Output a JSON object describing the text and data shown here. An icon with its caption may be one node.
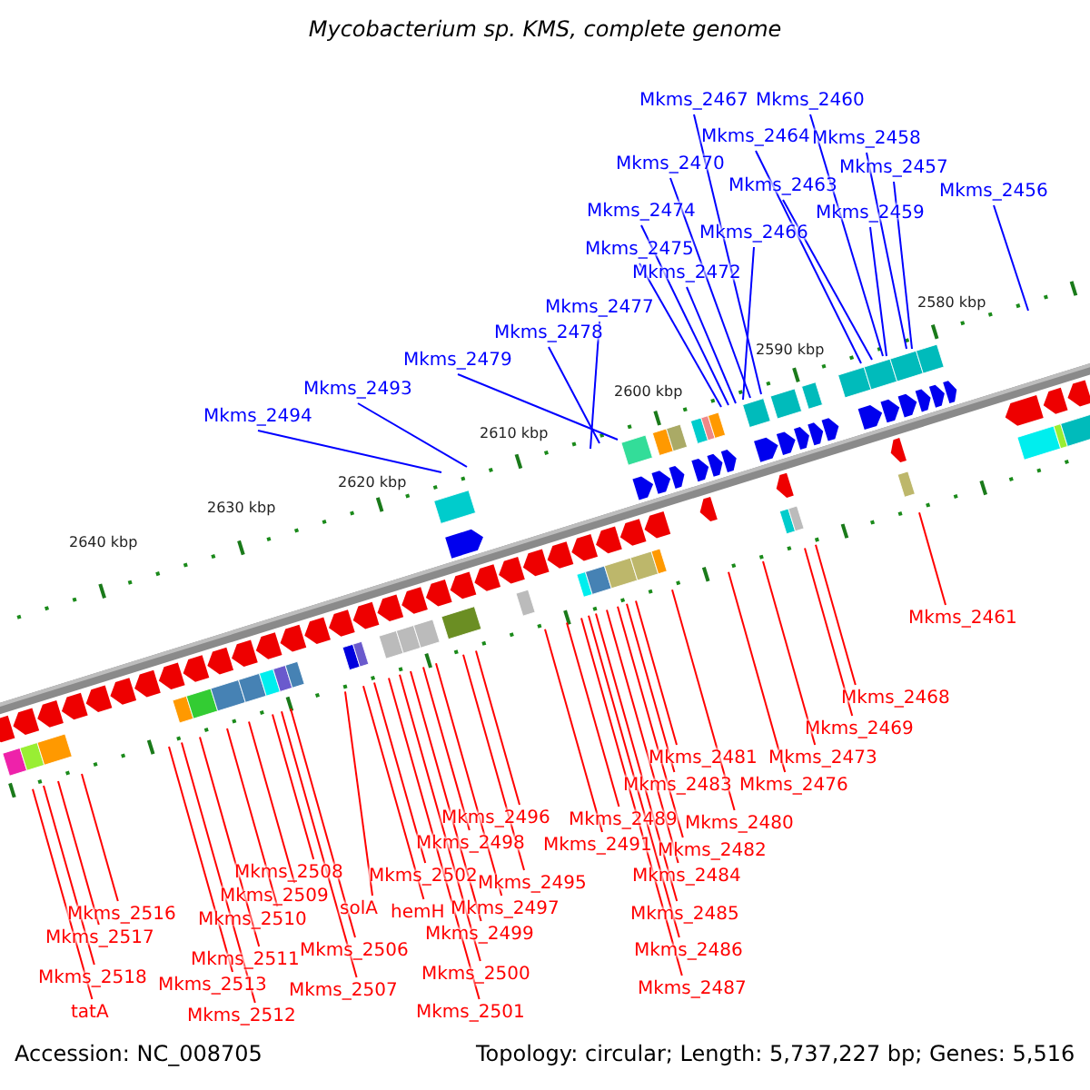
{
  "diagram": {
    "title": "Mycobacterium sp. KMS, complete genome",
    "nodes": [
      {
        "text": [
          "Mkms_2467"
        ]
      },
      {
        "text": [
          "Mkms_2460"
        ]
      },
      {
        "text": [
          "Mkms_2464"
        ]
      },
      {
        "text": [
          "Mkms_2458"
        ]
      },
      {
        "text": [
          "Mkms_2470"
        ]
      },
      {
        "text": [
          "Mkms_2457"
        ]
      },
      {
        "text": [
          "Mkms_2463"
        ]
      },
      {
        "text": [
          "Mkms_2456"
        ]
      },
      {
        "text": [
          "Mkms_2474"
        ]
      },
      {
        "text": [
          "Mkms_2459"
        ]
      },
      {
        "text": [
          "Mkms_2466"
        ]
      },
      {
        "text": [
          "Mkms_2475"
        ]
      },
      {
        "text": [
          "Mkms_2472"
        ]
      },
      {
        "text": [
          "Mkms_2477"
        ]
      },
      {
        "text": [
          "Mkms_2478"
        ]
      },
      {
        "text": [
          "Mkms_2479"
        ]
      },
      {
        "text": [
          "Mkms_2493"
        ]
      },
      {
        "text": [
          "Mkms_2494"
        ]
      },
      {
        "text": [
          "Mkms_2461"
        ]
      },
      {
        "text": [
          "Mkms_2468"
        ]
      },
      {
        "text": [
          "Mkms_2469"
        ]
      },
      {
        "text": [
          "Mkms_2481"
        ]
      },
      {
        "text": [
          "Mkms_2473"
        ]
      },
      {
        "text": [
          "Mkms_2483"
        ]
      },
      {
        "text": [
          "Mkms_2476"
        ]
      },
      {
        "text": [
          "Mkms_2496"
        ]
      },
      {
        "text": [
          "Mkms_2489"
        ]
      },
      {
        "text": [
          "Mkms_2480"
        ]
      },
      {
        "text": [
          "Mkms_2491"
        ]
      },
      {
        "text": [
          "Mkms_2498"
        ]
      },
      {
        "text": [
          "Mkms_2482"
        ]
      },
      {
        "text": [
          "Mkms_2508"
        ]
      },
      {
        "text": [
          "Mkms_2502"
        ]
      },
      {
        "text": [
          "Mkms_2484"
        ]
      },
      {
        "text": [
          "Mkms_2495"
        ]
      },
      {
        "text": [
          "Mkms_2509"
        ]
      },
      {
        "text": [
          "solA"
        ]
      },
      {
        "text": [
          "hemH"
        ]
      },
      {
        "text": [
          "Mkms_2497"
        ]
      },
      {
        "text": [
          "Mkms_2516"
        ]
      },
      {
        "text": [
          "Mkms_2485"
        ]
      },
      {
        "text": [
          "Mkms_2510"
        ]
      },
      {
        "text": [
          "Mkms_2499"
        ]
      },
      {
        "text": [
          "Mkms_2517"
        ]
      },
      {
        "text": [
          "Mkms_2506"
        ]
      },
      {
        "text": [
          "Mkms_2486"
        ]
      },
      {
        "text": [
          "Mkms_2511"
        ]
      },
      {
        "text": [
          "Mkms_2500"
        ]
      },
      {
        "text": [
          "Mkms_2518"
        ]
      },
      {
        "text": [
          "Mkms_2513"
        ]
      },
      {
        "text": [
          "Mkms_2507"
        ]
      },
      {
        "text": [
          "Mkms_2487"
        ]
      },
      {
        "text": [
          "Mkms_2501"
        ]
      },
      {
        "text": [
          "tatA"
        ]
      },
      {
        "text": [
          "Mkms_2512"
        ]
      }
    ],
    "edges": [
      {
        "from": 0,
        "to": null,
        "arrow": "none",
        "color": "#0000ff"
      },
      {
        "from": 1,
        "to": null,
        "arrow": "none",
        "color": "#0000ff"
      },
      {
        "from": 2,
        "to": null,
        "arrow": "none",
        "color": "#0000ff"
      },
      {
        "from": 3,
        "to": null,
        "arrow": "none",
        "color": "#0000ff"
      },
      {
        "from": 4,
        "to": null,
        "arrow": "none",
        "color": "#0000ff"
      },
      {
        "from": 5,
        "to": null,
        "arrow": "none",
        "color": "#0000ff"
      },
      {
        "from": 6,
        "to": null,
        "arrow": "none",
        "color": "#0000ff"
      },
      {
        "from": 7,
        "to": null,
        "arrow": "none",
        "color": "#0000ff"
      },
      {
        "from": 8,
        "to": null,
        "arrow": "none",
        "color": "#0000ff"
      },
      {
        "from": 9,
        "to": null,
        "arrow": "none",
        "color": "#0000ff"
      },
      {
        "from": 10,
        "to": null,
        "arrow": "none",
        "color": "#0000ff"
      },
      {
        "from": 11,
        "to": null,
        "arrow": "none",
        "color": "#0000ff"
      },
      {
        "from": 12,
        "to": null,
        "arrow": "none",
        "color": "#0000ff"
      },
      {
        "from": 13,
        "to": null,
        "arrow": "none",
        "color": "#0000ff"
      },
      {
        "from": 14,
        "to": null,
        "arrow": "none",
        "color": "#0000ff"
      },
      {
        "from": 15,
        "to": null,
        "arrow": "none",
        "color": "#0000ff"
      },
      {
        "from": 16,
        "to": null,
        "arrow": "none",
        "color": "#0000ff"
      },
      {
        "from": 17,
        "to": null,
        "arrow": "none",
        "color": "#0000ff"
      },
      {
        "from": 18,
        "to": null,
        "arrow": "none"
      },
      {
        "from": 19,
        "to": null,
        "arrow": "none"
      },
      {
        "from": 20,
        "to": null,
        "arrow": "none"
      },
      {
        "from": 21,
        "to": null,
        "arrow": "none"
      },
      {
        "from": 22,
        "to": null,
        "arrow": "none"
      },
      {
        "from": 23,
        "to": null,
        "arrow": "none"
      },
      {
        "from": 24,
        "to": null,
        "arrow": "none"
      },
      {
        "from": 25,
        "to": null,
        "arrow": "none"
      },
      {
        "from": 26,
        "to": null,
        "arrow": "none"
      },
      {
        "from": 27,
        "to": null,
        "arrow": "none"
      },
      {
        "from": 28,
        "to": null,
        "arrow": "none"
      },
      {
        "from": 29,
        "to": null,
        "arrow": "none"
      },
      {
        "from": 30,
        "to": null,
        "arrow": "none"
      },
      {
        "from": 31,
        "to": null,
        "arrow": "none"
      },
      {
        "from": 32,
        "to": null,
        "arrow": "none"
      },
      {
        "from": 33,
        "to": null,
        "arrow": "none"
      },
      {
        "from": 34,
        "to": null,
        "arrow": "none"
      },
      {
        "from": 35,
        "to": null,
        "arrow": "none"
      },
      {
        "from": 36,
        "to": null,
        "arrow": "none"
      },
      {
        "from": 37,
        "to": null,
        "arrow": "none"
      },
      {
        "from": 38,
        "to": null,
        "arrow": "none"
      },
      {
        "from": 39,
        "to": null,
        "arrow": "none"
      },
      {
        "from": 40,
        "to": null,
        "arrow": "none"
      },
      {
        "from": 41,
        "to": null,
        "arrow": "none"
      },
      {
        "from": 42,
        "to": null,
        "arrow": "none"
      },
      {
        "from": 43,
        "to": null,
        "arrow": "none"
      },
      {
        "from": 44,
        "to": null,
        "arrow": "none"
      },
      {
        "from": 45,
        "to": null,
        "arrow": "none"
      },
      {
        "from": 46,
        "to": null,
        "arrow": "none"
      },
      {
        "from": 47,
        "to": null,
        "arrow": "none"
      },
      {
        "from": 48,
        "to": null,
        "arrow": "none"
      },
      {
        "from": 49,
        "to": null,
        "arrow": "none"
      },
      {
        "from": 50,
        "to": null,
        "arrow": "none"
      },
      {
        "from": 51,
        "to": null,
        "arrow": "none"
      },
      {
        "from": 52,
        "to": null,
        "arrow": "none"
      },
      {
        "from": 53,
        "to": null,
        "arrow": "none"
      },
      {
        "from": 54,
        "to": null,
        "arrow": "none"
      }
    ],
    "labels": [
      "2580 kbp",
      "2590 kbp",
      "2600 kbp",
      "2610 kbp",
      "2620 kbp",
      "2630 kbp",
      "2640 kbp",
      "Accession: NC_008705",
      "Topology: circular; Length: 5,737,227 bp; Genes: 5,516"
    ]
  }
}
